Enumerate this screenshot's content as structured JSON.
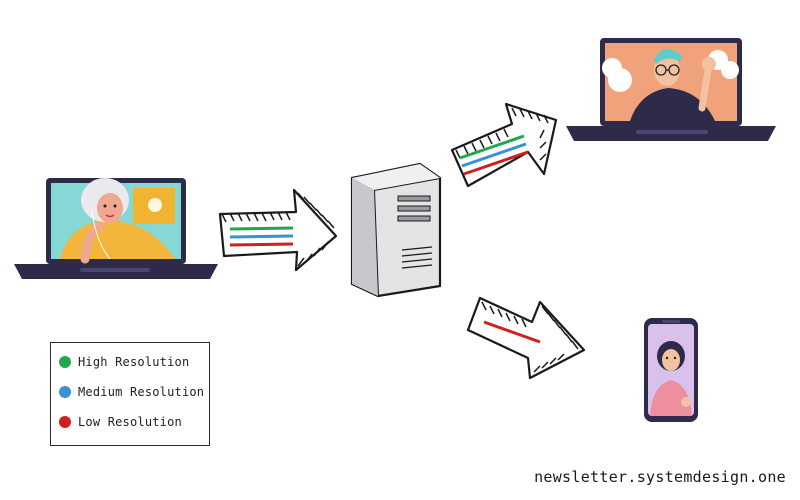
{
  "legend": {
    "items": [
      {
        "label": "High Resolution",
        "color": "#1fa84f"
      },
      {
        "label": "Medium Resolution",
        "color": "#3a8fd6"
      },
      {
        "label": "Low Resolution",
        "color": "#cf2020"
      }
    ]
  },
  "footer": {
    "text": "newsletter.systemdesign.one"
  },
  "colors": {
    "high": "#1fa84f",
    "medium": "#3a8fd6",
    "low": "#cf2020",
    "laptop_frame": "#2e2a4a",
    "outline": "#1a1a1a"
  },
  "streams": {
    "sender_to_server": [
      "high",
      "medium",
      "low"
    ],
    "server_to_laptop": [
      "high",
      "medium",
      "low"
    ],
    "server_to_phone": [
      "low"
    ]
  },
  "icons": {
    "sender": "laptop-icon",
    "server": "server-icon",
    "receiver_laptop": "laptop-icon",
    "receiver_phone": "phone-icon"
  }
}
